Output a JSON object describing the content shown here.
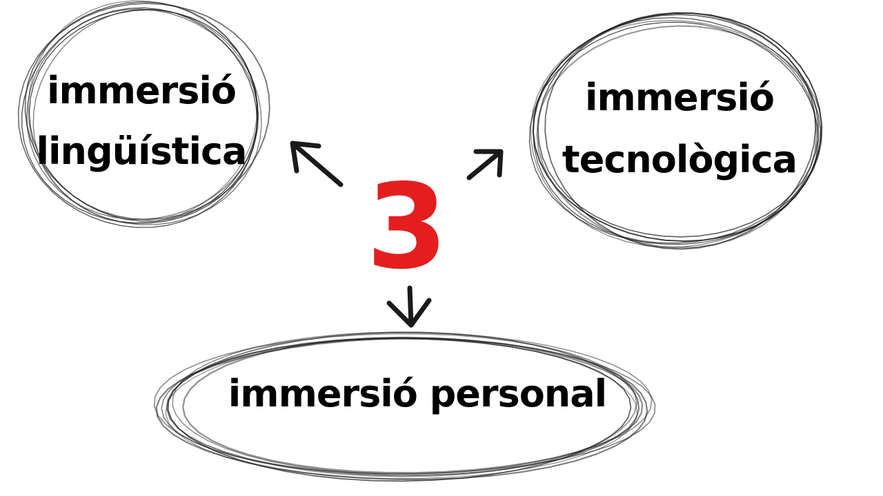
{
  "diagram": {
    "center": {
      "label": "3",
      "color": "#e41e1e"
    },
    "stroke_color": "#1a1a1a",
    "nodes": [
      {
        "id": "linguistica",
        "lines": [
          "immersió",
          "lingüística"
        ]
      },
      {
        "id": "tecnologica",
        "lines": [
          "immersió",
          "tecnològica"
        ]
      },
      {
        "id": "personal",
        "lines": [
          "immersió personal"
        ]
      }
    ],
    "edges": [
      {
        "from": "center",
        "to": "linguistica"
      },
      {
        "from": "center",
        "to": "tecnologica"
      },
      {
        "from": "center",
        "to": "personal"
      }
    ]
  }
}
